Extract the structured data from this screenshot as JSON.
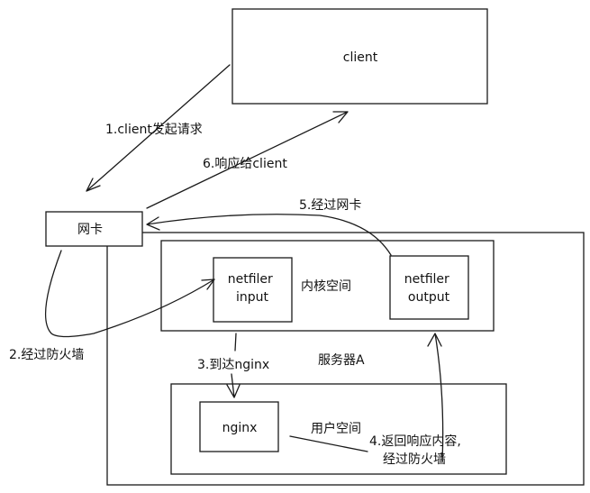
{
  "nodes": {
    "client": "client",
    "nic": "网卡",
    "kernel_space": "内核空间",
    "netfilter_input": [
      "netfiler",
      "input"
    ],
    "netfilter_output": [
      "netfiler",
      "output"
    ],
    "server": "服务器A",
    "nginx": "nginx",
    "user_space": "用户空间"
  },
  "steps": {
    "step1": "1.client发起请求",
    "step2": "2.经过防火墙",
    "step3": "3.到达nginx",
    "step4": [
      "4.返回响应内容,",
      "经过防火墙"
    ],
    "step5": "5.经过网卡",
    "step6": "6.响应给client"
  },
  "colors": {
    "stroke": "#1a1a1a",
    "text": "#111111",
    "background": "#ffffff"
  }
}
